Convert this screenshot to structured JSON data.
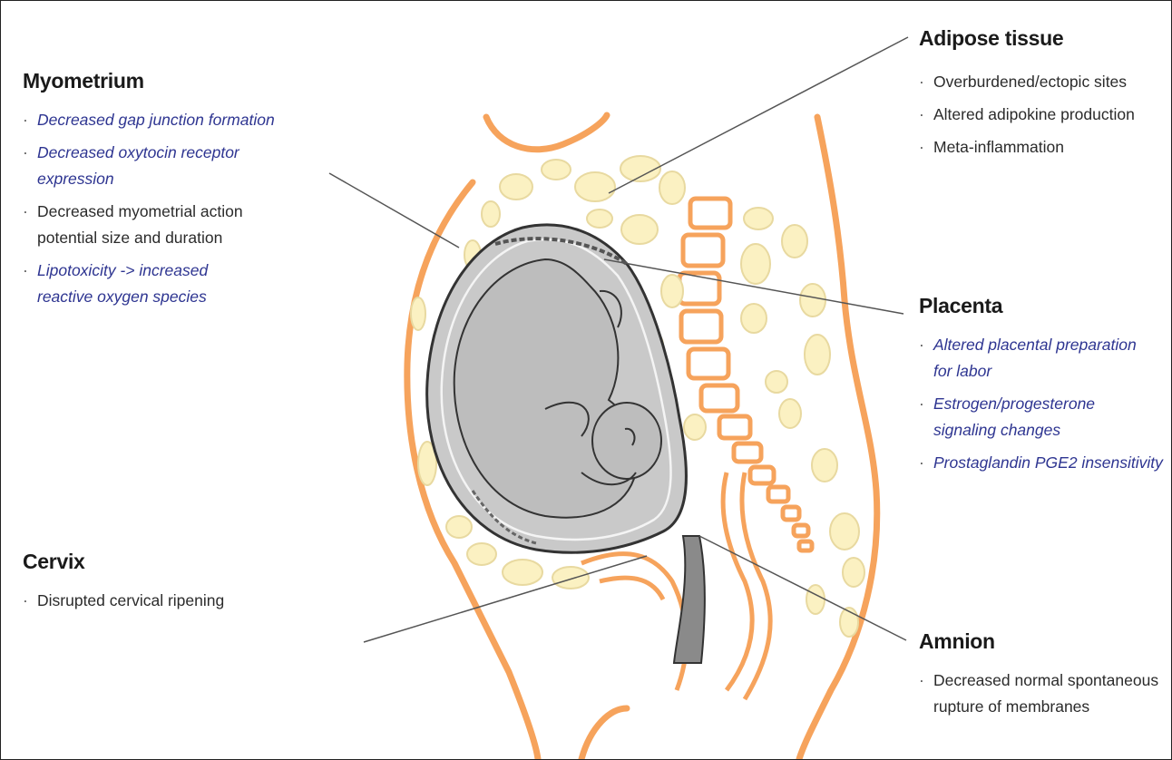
{
  "colors": {
    "body_outline": "#f6a35c",
    "fat_fill": "#fbf1c2",
    "fat_stroke": "#e8d9a0",
    "uterus_fill": "#c9c9c9",
    "uterus_stroke": "#333333",
    "leader_line": "#555555",
    "highlight_text": "#2e3591",
    "normal_text": "#2b2b2b"
  },
  "sections": {
    "myometrium": {
      "title": "Myometrium",
      "items": [
        {
          "lines": [
            "Decreased gap junction formation"
          ],
          "highlight": true
        },
        {
          "lines": [
            "Decreased oxytocin receptor",
            "expression"
          ],
          "highlight": true
        },
        {
          "lines": [
            "Decreased myometrial action",
            "potential size and duration"
          ],
          "highlight": false
        },
        {
          "lines": [
            "Lipotoxicity -> increased",
            "reactive oxygen species"
          ],
          "highlight": true
        }
      ]
    },
    "cervix": {
      "title": "Cervix",
      "items": [
        {
          "lines": [
            "Disrupted cervical ripening"
          ],
          "highlight": false
        }
      ]
    },
    "adipose": {
      "title": "Adipose tissue",
      "items": [
        {
          "lines": [
            "Overburdened/ectopic sites"
          ],
          "highlight": false
        },
        {
          "lines": [
            "Altered adipokine production"
          ],
          "highlight": false
        },
        {
          "lines": [
            "Meta-inflammation"
          ],
          "highlight": false
        }
      ]
    },
    "placenta": {
      "title": "Placenta",
      "items": [
        {
          "lines": [
            "Altered placental preparation",
            "for labor"
          ],
          "highlight": true
        },
        {
          "lines": [
            "Estrogen/progesterone",
            "signaling changes"
          ],
          "highlight": true
        },
        {
          "lines": [
            "Prostaglandin PGE2 insensitivity"
          ],
          "highlight": true
        }
      ]
    },
    "amnion": {
      "title": "Amnion",
      "items": [
        {
          "lines": [
            "Decreased normal spontaneous",
            "rupture of membranes"
          ],
          "highlight": false
        }
      ]
    }
  }
}
